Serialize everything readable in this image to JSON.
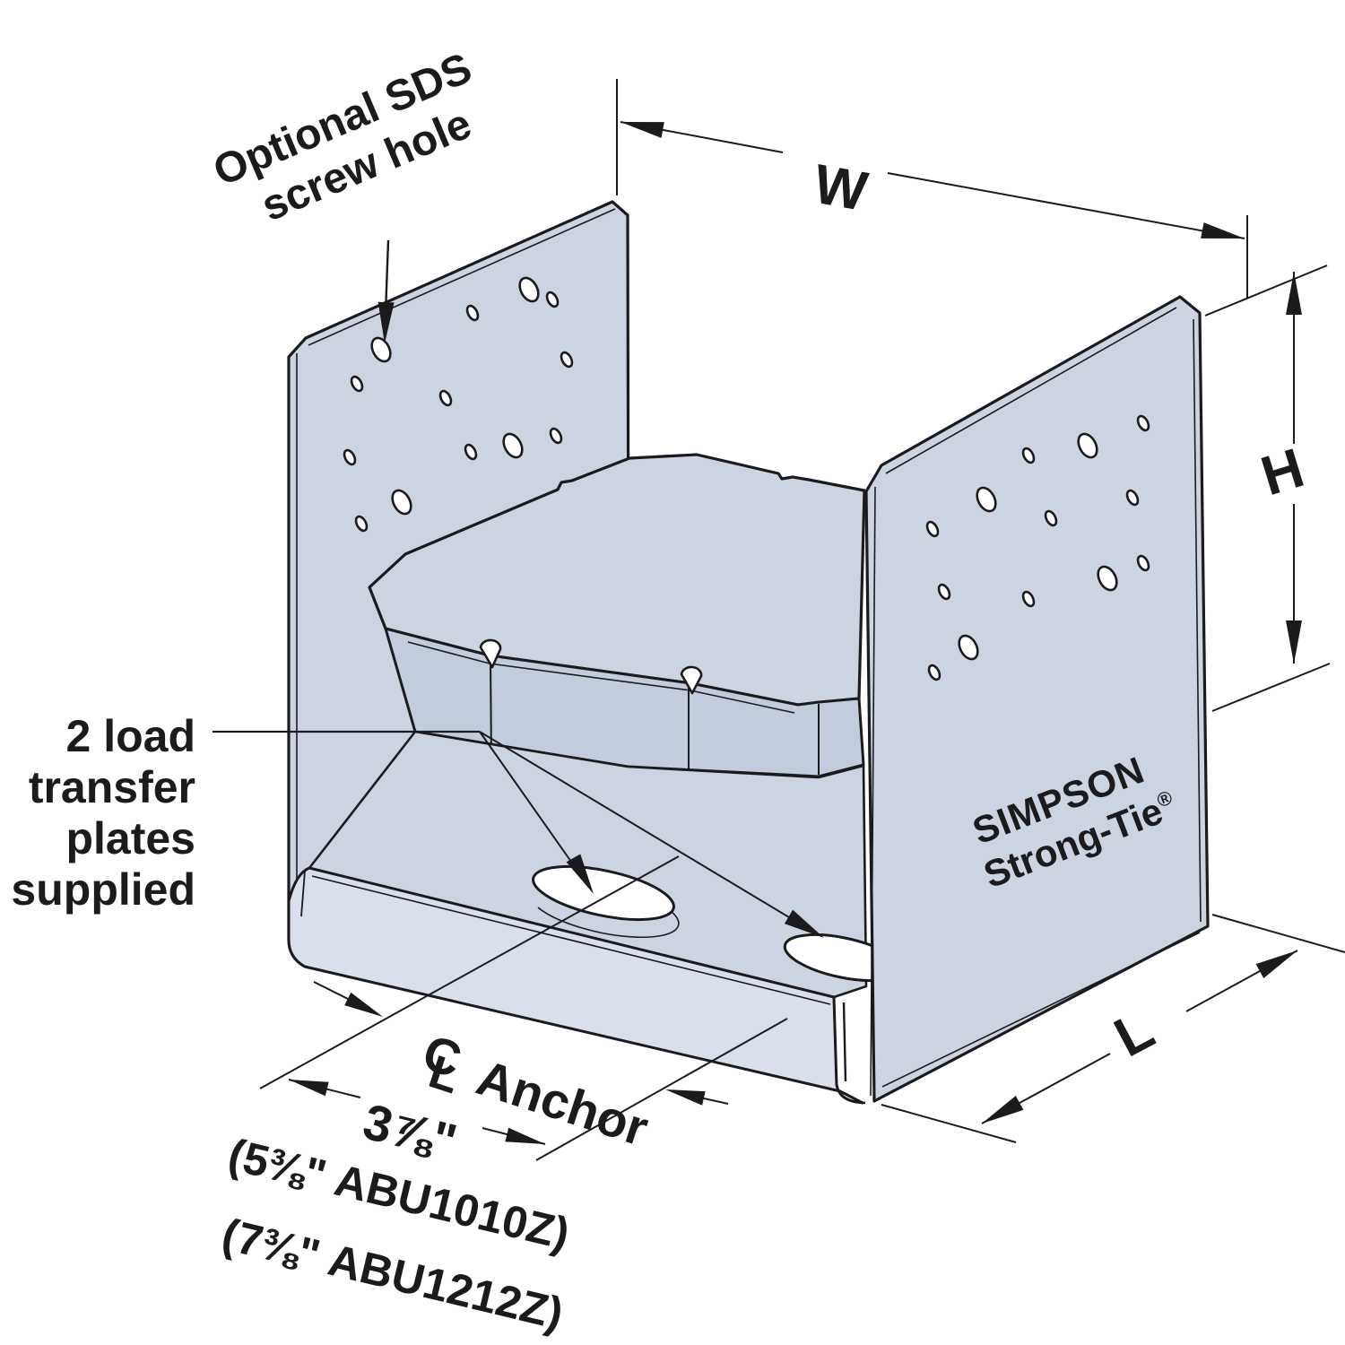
{
  "title": "Simpson Strong-Tie ABU post base technical diagram",
  "colors": {
    "steel": "#ccd4e2",
    "steel_dark": "#c2ccdc",
    "steel_light": "#d9dfeb",
    "line": "#1b1b1d",
    "background": "#ffffff",
    "hole_fill": "#ffffff"
  },
  "labels": {
    "dim_w": "W",
    "dim_h": "H",
    "dim_l": "L",
    "sds_line1": "Optional SDS",
    "sds_line2": "screw hole",
    "load_line1": "2 load",
    "load_line2": "transfer",
    "load_line3": "plates",
    "load_line4": "supplied",
    "cl_c": "C",
    "cl_l": "L",
    "anchor": "Anchor",
    "anchor_offset": "3⅞\"",
    "abu_alt1": "(5⅜\" ABU1010Z)",
    "abu_alt2": "(7⅜\" ABU1212Z)",
    "brand_line1": "SIMPSON",
    "brand_line2": "Strong-Tie",
    "brand_reg": "®"
  }
}
